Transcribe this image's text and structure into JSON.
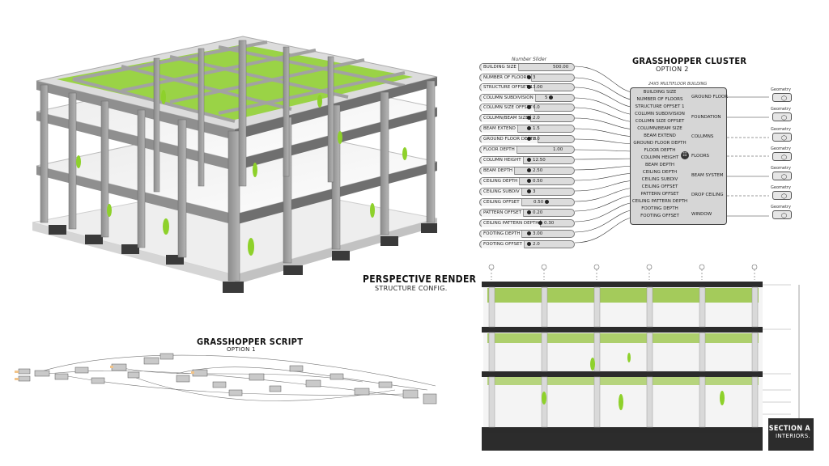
{
  "perspective": {
    "title": "PERSPECTIVE RENDER",
    "subtitle": "STRUCTURE CONFIG."
  },
  "script": {
    "title": "GRASSHOPPER SCRIPT",
    "subtitle": "OPTION 1"
  },
  "cluster": {
    "title": "GRASSHOPPER CLUSTER",
    "subtitle": "OPTION 2",
    "slider_header": "Number Slider",
    "component_name": "24X5 MULTIFLOOR BUILDING",
    "sliders": [
      {
        "label": "BUILDING SIZE",
        "value": "500.00"
      },
      {
        "label": "NUMBER OF FLOORS",
        "value": "3"
      },
      {
        "label": "STRUCTURE OFFSET 1",
        "value": "3.00"
      },
      {
        "label": "COLUMN SUBDIVISION",
        "value": "5"
      },
      {
        "label": "COLUMN SIZE OFFSET",
        "value": "6.0"
      },
      {
        "label": "COLUMN/BEAM SIZE",
        "value": "2.0"
      },
      {
        "label": "BEAM EXTEND",
        "value": "1.5"
      },
      {
        "label": "GROUND FLOOR DEPTH",
        "value": "2.0"
      },
      {
        "label": "FLOOR DEPTH",
        "value": "1.00"
      },
      {
        "label": "COLUMN HEIGHT",
        "value": "12.50"
      },
      {
        "label": "BEAM DEPTH",
        "value": "2.50"
      },
      {
        "label": "CEILING DEPTH",
        "value": "0.50"
      },
      {
        "label": "CEILING SUBDIV",
        "value": "3"
      },
      {
        "label": "CEILING OFFSET",
        "value": "0.50"
      },
      {
        "label": "PATTERN OFFSET",
        "value": "0.20"
      },
      {
        "label": "CEILING PATTERN DEPTH",
        "value": "0.30"
      },
      {
        "label": "FOOTING DEPTH",
        "value": "3.00"
      },
      {
        "label": "FOOTING OFFSET",
        "value": "2.0"
      }
    ],
    "inputs": [
      "BUILDING SIZE",
      "NUMBER OF FLOORS",
      "STRUCTURE OFFSET 1",
      "COLUMN SUBDIVISION",
      "COLUMN SIZE OFFSET",
      "COLUMN/BEAM SIZE",
      "BEAM EXTEND",
      "GROUND FLOOR DEPTH",
      "FLOOR DEPTH",
      "COLUMN HEIGHT",
      "BEAM DEPTH",
      "CEILING DEPTH",
      "CEILING SUBDIV",
      "CEILING OFFSET",
      "PATTERN OFFSET",
      "CEILING PATTERN DEPTH",
      "FOOTING DEPTH",
      "FOOTING OFFSET"
    ],
    "outputs": [
      "GROUND FLOOR",
      "FOUNDATION",
      "COLUMNS",
      "FLOORS",
      "BEAM SYSTEM",
      "DROP CEILING",
      "WINDOW"
    ],
    "geometry_label": "Geometry"
  },
  "section": {
    "title": "SECTION A",
    "subtitle": "INTERIORS."
  },
  "colors": {
    "concrete": "#a9a9a9",
    "concrete_dark": "#7d7d7d",
    "green": "#8ed12b",
    "dark": "#2c2c2c"
  }
}
